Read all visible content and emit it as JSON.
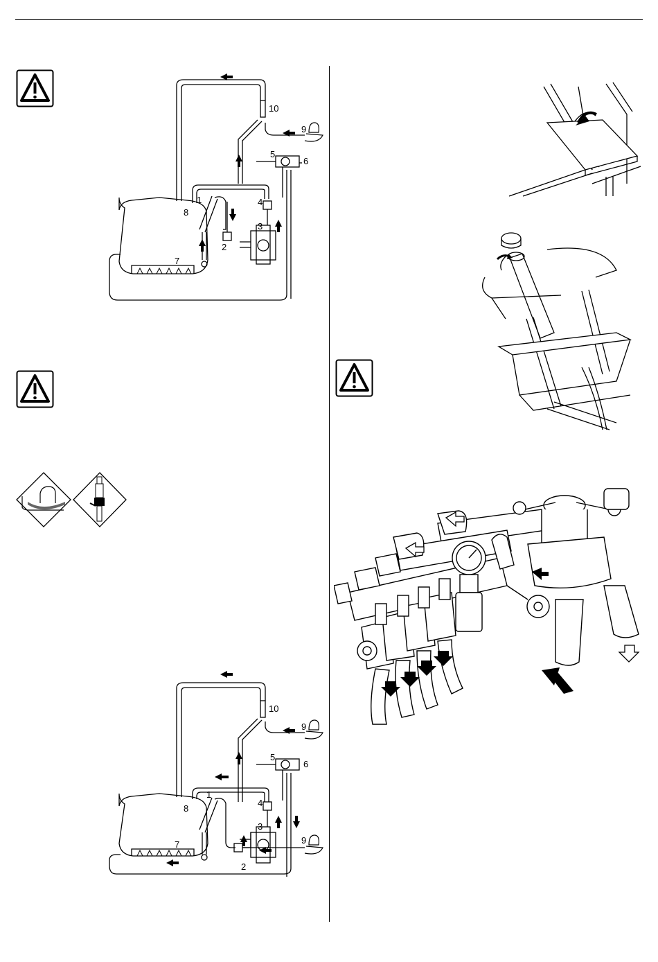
{
  "icons": {
    "warning": "warning-triangle-icon",
    "ppe_gloves": "gloves-icon",
    "ppe_spray_gun": "spray-gun-icon"
  },
  "diagram_top": {
    "labels": [
      "1",
      "2",
      "3",
      "4",
      "5",
      "6",
      "7",
      "8",
      "9",
      "10"
    ]
  },
  "diagram_bottom": {
    "labels": [
      "1",
      "2",
      "3",
      "4",
      "5",
      "6",
      "7",
      "8",
      "9",
      "9",
      "10"
    ]
  }
}
